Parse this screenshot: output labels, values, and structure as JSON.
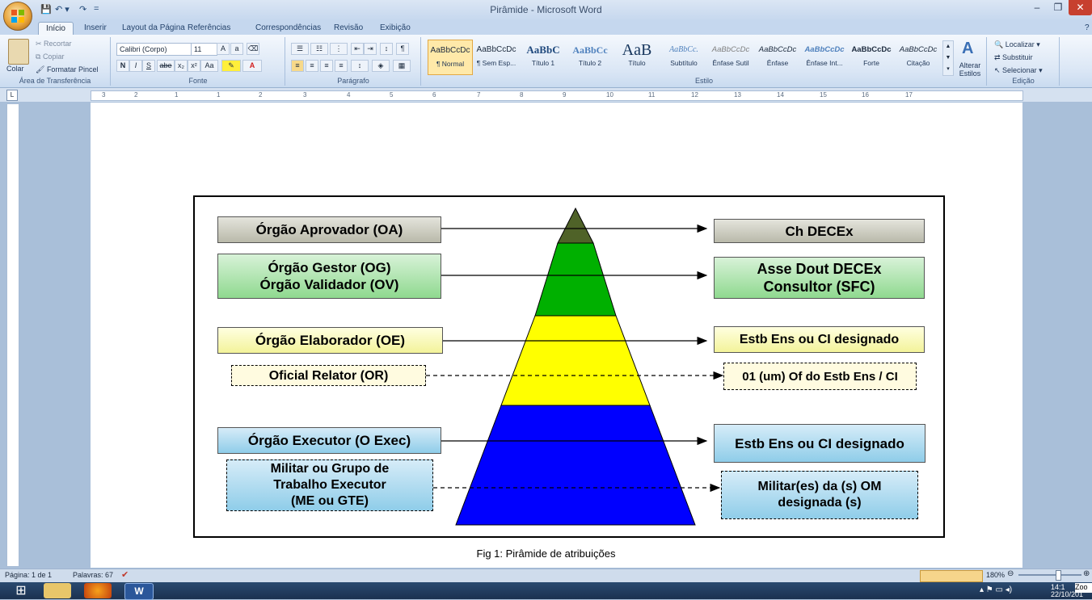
{
  "window": {
    "title": "Pirâmide - Microsoft Word"
  },
  "quick_access": {
    "save": "💾",
    "undo": "↶ ▾",
    "redo": "↷",
    "more": "="
  },
  "tabs": [
    "Início",
    "Inserir",
    "Layout da Página",
    "Referências",
    "Correspondências",
    "Revisão",
    "Exibição"
  ],
  "clipboard": {
    "paste": "Colar",
    "cut": "Recortar",
    "copy": "Copiar",
    "format_painter": "Formatar Pincel",
    "group": "Área de Transferência"
  },
  "font": {
    "name": "Calibri (Corpo)",
    "size": "11",
    "group": "Fonte",
    "bold": "N",
    "italic": "I",
    "underline": "S",
    "strike": "abe",
    "sub": "x₂",
    "sup": "x²",
    "case": "Aa"
  },
  "paragraph": {
    "group": "Parágrafo"
  },
  "styles": {
    "group": "Estilo",
    "items": [
      {
        "sample": "AaBbCcDc",
        "name": "¶ Normal"
      },
      {
        "sample": "AaBbCcDc",
        "name": "¶ Sem Esp..."
      },
      {
        "sample": "AaBbC",
        "name": "Título 1"
      },
      {
        "sample": "AaBbCc",
        "name": "Título 2"
      },
      {
        "sample": "AaB",
        "name": "Título"
      },
      {
        "sample": "AaBbCc.",
        "name": "Subtítulo"
      },
      {
        "sample": "AaBbCcDc",
        "name": "Ênfase Sutil"
      },
      {
        "sample": "AaBbCcDc",
        "name": "Ênfase"
      },
      {
        "sample": "AaBbCcDc",
        "name": "Ênfase Int..."
      },
      {
        "sample": "AaBbCcDc",
        "name": "Forte"
      },
      {
        "sample": "AaBbCcDc",
        "name": "Citação"
      }
    ],
    "change": "Alterar Estilos"
  },
  "editing": {
    "group": "Edição",
    "find": "Localizar",
    "replace": "Substituir",
    "select": "Selecionar"
  },
  "ruler_numbers": [
    "3",
    "2",
    "1",
    "1",
    "2",
    "3",
    "4",
    "5",
    "6",
    "7",
    "8",
    "9",
    "10",
    "11",
    "12",
    "13",
    "14",
    "15",
    "16",
    "17"
  ],
  "diagram": {
    "left_boxes": [
      {
        "text": "Órgão Aprovador (OA)"
      },
      {
        "text": "Órgão Gestor (OG)\nÓrgão Validador (OV)"
      },
      {
        "text": "Órgão Elaborador (OE)"
      },
      {
        "text": "Oficial Relator (OR)"
      },
      {
        "text": "Órgão Executor (O Exec)"
      },
      {
        "text": "Militar ou Grupo de\nTrabalho Executor\n(ME ou GTE)"
      }
    ],
    "right_boxes": [
      {
        "text": "Ch DECEx"
      },
      {
        "text": "Asse Dout DECEx\nConsultor (SFC)"
      },
      {
        "text": "Estb Ens ou CI designado"
      },
      {
        "text": "01 (um) Of do Estb Ens / CI"
      },
      {
        "text": "Estb Ens ou CI designado"
      },
      {
        "text": "Militar(es) da (s) OM\ndesignada (s)"
      }
    ],
    "colors": {
      "apex": "#4f6228",
      "green": "#00b000",
      "yellow": "#ffff00",
      "blue": "#0000ff"
    },
    "caption": "Fig 1: Pirâmide de atribuições"
  },
  "status": {
    "page": "Página: 1 de 1",
    "words": "Palavras: 67",
    "zoom": "180%"
  },
  "taskbar": {
    "time": "14:1",
    "date": "22/10/201",
    "zoom_tip": "Zoo"
  }
}
